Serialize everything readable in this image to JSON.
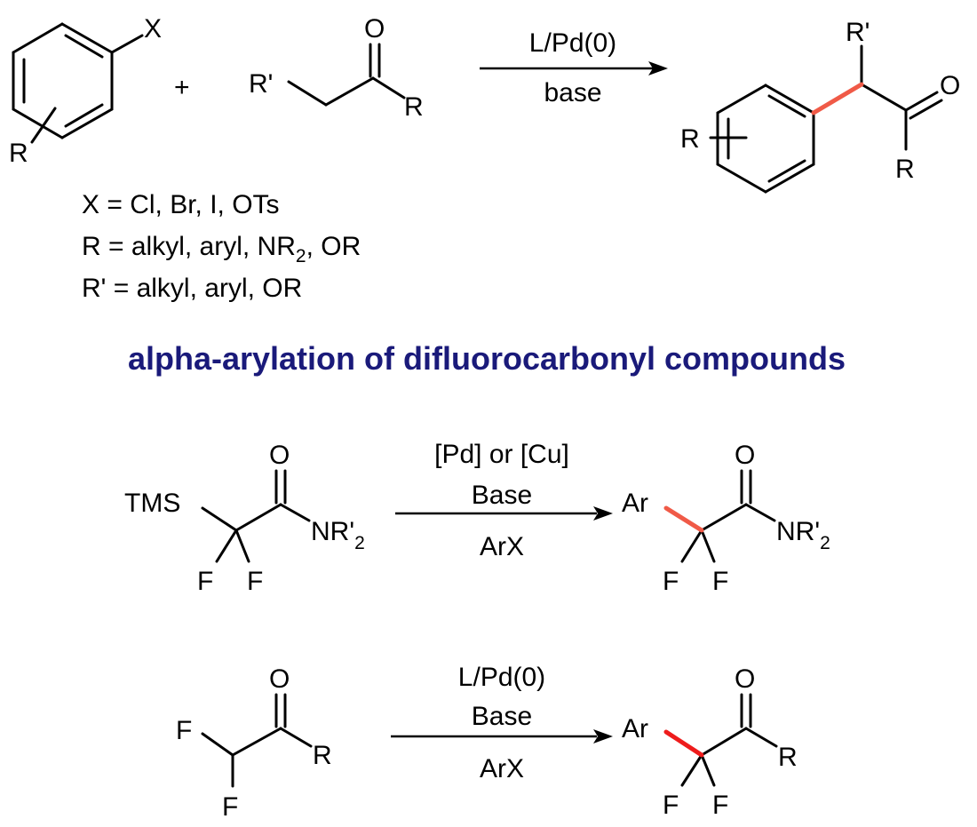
{
  "colors": {
    "title": "#1a1a7a",
    "highlight_bond": "#f05a47",
    "highlight_bond_strong": "#ee1c1c"
  },
  "scheme1": {
    "aryl_x": "X",
    "aryl_r": "R",
    "plus": "+",
    "ketone_r_prime": "R'",
    "ketone_o": "O",
    "ketone_r": "R",
    "condition_top": "L/Pd(0)",
    "condition_bottom": "base",
    "product_r_prime": "R'",
    "product_o": "O",
    "product_r_ring": "R",
    "product_r": "R"
  },
  "definitions": {
    "x_line": "X = Cl, Br, I, OTs",
    "r_line_main": "R = alkyl, aryl, NR",
    "r_line_sub": "2",
    "r_line_end": ", OR",
    "rp_line": "R' = alkyl, aryl, OR"
  },
  "title": "alpha-arylation of difluorocarbonyl compounds",
  "scheme2": {
    "tms": "TMS",
    "o": "O",
    "nr": "NR'",
    "nr_sub": "2",
    "f1": "F",
    "f2": "F",
    "condition_top": "[Pd] or [Cu]",
    "condition_mid": "Base",
    "condition_bottom": "ArX",
    "product_ar": "Ar",
    "product_o": "O",
    "product_nr": "NR'",
    "product_nr_sub": "2",
    "product_f1": "F",
    "product_f2": "F"
  },
  "scheme3": {
    "f_top": "F",
    "f_bottom": "F",
    "o": "O",
    "r": "R",
    "condition_top": "L/Pd(0)",
    "condition_mid": "Base",
    "condition_bottom": "ArX",
    "product_ar": "Ar",
    "product_o": "O",
    "product_r": "R",
    "product_f1": "F",
    "product_f2": "F"
  }
}
